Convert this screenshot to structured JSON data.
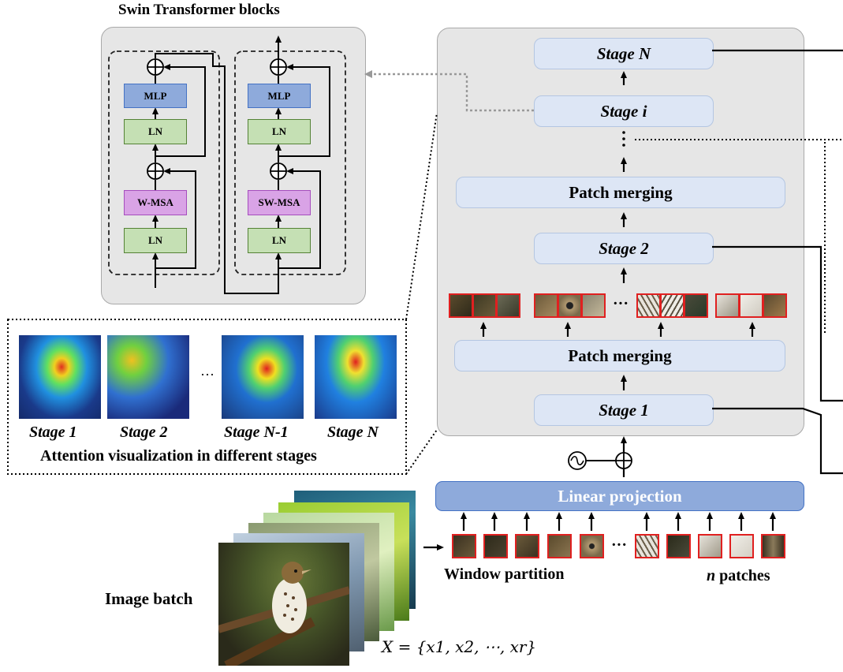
{
  "blocks_title": "Swin Transformer blocks",
  "block_left": {
    "top": "MLP",
    "mid": "LN",
    "attn": "W-MSA",
    "bottom": "LN"
  },
  "block_right": {
    "top": "MLP",
    "mid": "LN",
    "attn": "SW-MSA",
    "bottom": "LN"
  },
  "stages": {
    "stage_n": "Stage N",
    "stage_i": "Stage i",
    "patch_merging_upper": "Patch merging",
    "stage_2": "Stage 2",
    "patch_merging_lower": "Patch merging",
    "stage_1": "Stage 1"
  },
  "linear_projection": "Linear projection",
  "window_partition": "Window partition",
  "n_patches_var": "n",
  "n_patches_text": " patches",
  "image_batch": "Image batch",
  "formula": "X = {x1, x2, ⋯, xr}",
  "attention": {
    "labels": [
      "Stage 1",
      "Stage 2",
      "Stage N-1",
      "Stage N"
    ],
    "ellipsis": "···",
    "caption": "Attention visualization in different stages"
  },
  "ellipsis_patches": "···",
  "colors": {
    "panel_bg": "#e6e6e6",
    "stage_box": "#dde6f5",
    "linear_projection": "#8eaadb",
    "mlp": "#8eaadb",
    "ln": "#c5e0b4",
    "msa": "#d9a3e6",
    "patch_border": "#e02020"
  }
}
